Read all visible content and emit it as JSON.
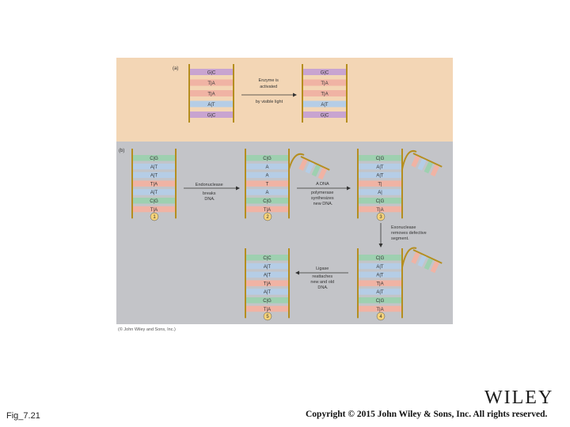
{
  "panel_a": {
    "label": "(a)",
    "left_pairs": [
      "G|C",
      "T|A",
      "T|A",
      "A|T",
      "G|C"
    ],
    "right_pairs": [
      "G|C",
      "T|A",
      "T|A",
      "A|T",
      "G|C"
    ],
    "arrow_text": [
      "Enzyme is",
      "activated",
      "by visible light"
    ]
  },
  "panel_b": {
    "label": "(b)",
    "stage1_pairs": [
      "C|G",
      "A|T",
      "A|T",
      "T|A",
      "A|T",
      "C|G",
      "T|A"
    ],
    "stage2_pairs": [
      "C|G",
      "A",
      "A",
      "T",
      "A",
      "C|G",
      "T|A"
    ],
    "stage3_pairs": [
      "C|G",
      "A|T",
      "A|T",
      "T|",
      "A|",
      "C|G",
      "T|A"
    ],
    "stage4_pairs": [
      "C|G",
      "A|T",
      "A|T",
      "T|A",
      "A|T",
      "C|G",
      "T|A"
    ],
    "stage5_pairs": [
      "C|C",
      "A|T",
      "A|T",
      "T|A",
      "A|T",
      "C|G",
      "T|A"
    ],
    "arrow1_text": [
      "Endonuclease",
      "breaks",
      "DNA."
    ],
    "arrow2_text": [
      "A DNA",
      "polymerase",
      "synthesizes",
      "new DNA."
    ],
    "arrow3_text": [
      "Exonuclease",
      "removes defective",
      "segment."
    ],
    "arrow4_text": [
      "Ligase",
      "reattaches",
      "new and old",
      "DNA."
    ],
    "step_labels": [
      "1",
      "2",
      "3",
      "4",
      "5"
    ],
    "credit": "(© John Wiley and Sons, Inc.)"
  },
  "colors": {
    "panel_a_bg": "#f3d6b5",
    "panel_b_bg": "#c3c4c8",
    "backbone": "#b58e1f",
    "gc": "#c8a4d0",
    "ta": "#f0b3a4",
    "at": "#b5cde6",
    "cg": "#9ed0b0"
  },
  "footer": {
    "fig_label": "Fig_7.21",
    "brand": "WILEY",
    "copyright": "Copyright © 2015 John Wiley & Sons, Inc. All rights reserved."
  }
}
